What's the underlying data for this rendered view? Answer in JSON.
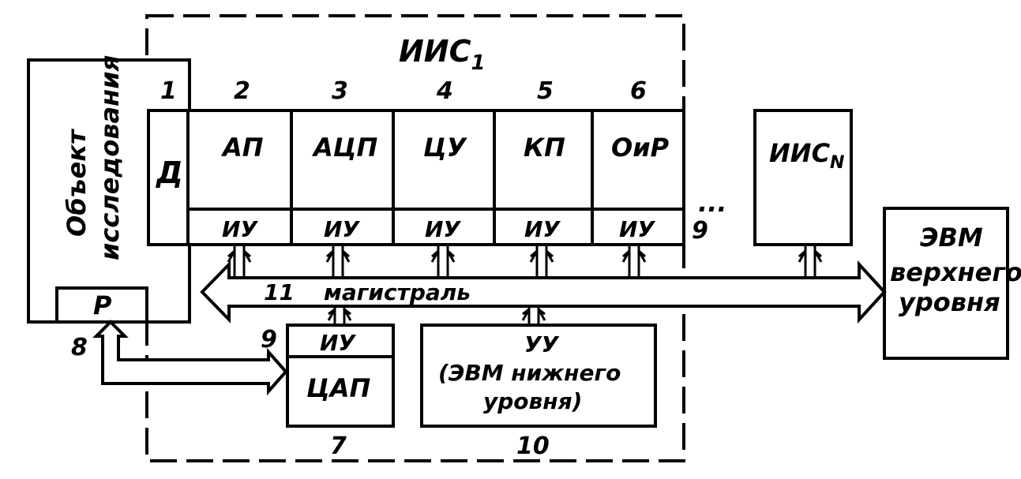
{
  "diagram": {
    "iis1_label": "ИИС",
    "iis1_sub": "1",
    "iisn_label": "ИИС",
    "iisn_sub": "N",
    "object_line1": "Объект",
    "object_line2": "исследования",
    "regulator": "Р",
    "sensor": "Д",
    "modules": [
      {
        "number": "2",
        "label": "АП",
        "interface": "ИУ"
      },
      {
        "number": "3",
        "label": "АЦП",
        "interface": "ИУ"
      },
      {
        "number": "4",
        "label": "ЦУ",
        "interface": "ИУ"
      },
      {
        "number": "5",
        "label": "КП",
        "interface": "ИУ"
      },
      {
        "number": "6",
        "label": "ОиР",
        "interface": "ИУ"
      }
    ],
    "sensor_number": "1",
    "interface_number": "9",
    "dac_interface_number": "9",
    "ellipsis": "...",
    "bus_number": "11",
    "bus_label": "магистраль",
    "computer_line1": "ЭВМ",
    "computer_line2": "верхнего",
    "computer_line3": "уровня",
    "dac_interface": "ИУ",
    "dac_label": "ЦАП",
    "dac_number": "7",
    "control_line1": "УУ",
    "control_line2": "(ЭВМ  нижнего",
    "control_line3": "уровня)",
    "control_number": "10",
    "regulator_number": "8"
  }
}
